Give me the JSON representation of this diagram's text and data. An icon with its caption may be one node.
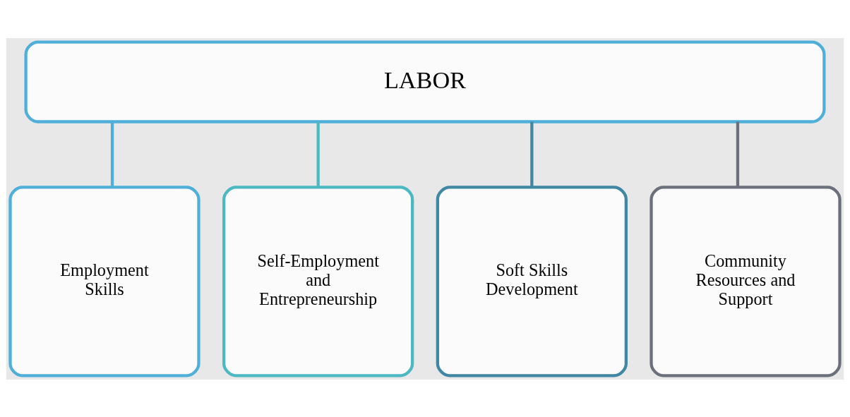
{
  "diagram": {
    "nodes": [
      {
        "text": [
          "LABOR"
        ]
      },
      {
        "text": [
          "Employment Skills"
        ]
      },
      {
        "text": [
          "Self-Employment and Entrepreneurship"
        ]
      },
      {
        "text": [
          "Soft Skills Development"
        ]
      },
      {
        "text": [
          "Community Resources and Support"
        ]
      }
    ],
    "edges": [
      {
        "from": 0,
        "to": 1,
        "arrow": "none",
        "color": "#4fafd9"
      },
      {
        "from": 0,
        "to": 2,
        "arrow": "none",
        "color": "#4bb8c2"
      },
      {
        "from": 0,
        "to": 3,
        "arrow": "none",
        "color": "#3f87a3"
      },
      {
        "from": 0,
        "to": 4,
        "arrow": "none",
        "color": "#6b707a"
      }
    ]
  }
}
